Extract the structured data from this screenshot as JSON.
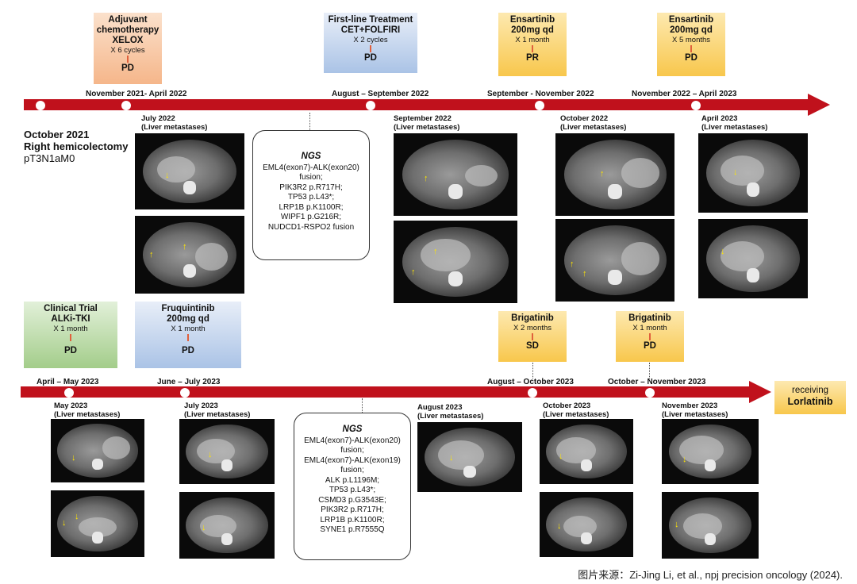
{
  "timeline1": {
    "start": {
      "date": "October 2021",
      "event": "Right hemicolectomy",
      "stage": "pT3N1aM0"
    },
    "boxes": [
      {
        "title_lines": [
          "Adjuvant",
          "chemotherapy",
          "XELOX"
        ],
        "sub": "X 6 cycles",
        "result": "PD",
        "date": "November 2021- April 2022",
        "color": "orange"
      },
      {
        "title_lines": [
          "First-line Treatment",
          "CET+FOLFIRI"
        ],
        "sub": "X  2 cycles",
        "result": "PD",
        "date": "August – September 2022",
        "color": "blue"
      },
      {
        "title_lines": [
          "Ensartinib",
          "200mg qd"
        ],
        "sub": "X  1 month",
        "result": "PR",
        "date": "September - November 2022",
        "color": "yellow"
      },
      {
        "title_lines": [
          "Ensartinib",
          "200mg qd"
        ],
        "sub": "X  5 months",
        "result": "PD",
        "date": "November 2022 – April 2023",
        "color": "yellow"
      }
    ],
    "scan_captions": [
      {
        "date": "July 2022",
        "label": "(Liver metastases)"
      },
      {
        "date": "September 2022",
        "label": "(Liver metastases)"
      },
      {
        "date": "October 2022",
        "label": "(Liver metastases)"
      },
      {
        "date": "April 2023",
        "label": "(Liver metastases)"
      }
    ],
    "ngs": {
      "heading": "NGS",
      "lines": [
        "EML4(exon7)-ALK(exon20)",
        "fusion;",
        "PIK3R2 p.R717H;",
        "TP53 p.L43*;",
        "LRP1B p.K1100R;",
        "WIPF1 p.G216R;",
        "NUDCD1-RSPO2 fusion"
      ]
    }
  },
  "timeline2": {
    "boxes": [
      {
        "title_lines": [
          "Clinical Trial",
          "ALKi-TKI"
        ],
        "sub": "X  1 month",
        "result": "PD",
        "date": "April – May 2023",
        "color": "green"
      },
      {
        "title_lines": [
          "Fruquintinib",
          "200mg qd"
        ],
        "sub": "X  1 month",
        "result": "PD",
        "date": "June – July 2023",
        "color": "blue"
      },
      {
        "title_lines": [
          "Brigatinib"
        ],
        "sub": "X  2 months",
        "result": "SD",
        "date": "August – October 2023",
        "color": "yellow"
      },
      {
        "title_lines": [
          "Brigatinib"
        ],
        "sub": "X  1 month",
        "result": "PD",
        "date": "October – November 2023",
        "color": "yellow"
      }
    ],
    "scan_captions": [
      {
        "date": "May 2023",
        "label": "(Liver metastases)"
      },
      {
        "date": "July 2023",
        "label": "(Liver metastases)"
      },
      {
        "date": "August 2023",
        "label": "(Liver metastases)"
      },
      {
        "date": "October 2023",
        "label": "(Liver metastases)"
      },
      {
        "date": "November 2023",
        "label": "(Liver metastases)"
      }
    ],
    "ngs": {
      "heading": "NGS",
      "lines": [
        "EML4(exon7)-ALK(exon20)",
        "fusion;",
        "EML4(exon7)-ALK(exon19)",
        "fusion;",
        "ALK p.L1196M;",
        "TP53 p.L43*;",
        "CSMD3 p.G3543E;",
        "PIK3R2 p.R717H;",
        "LRP1B p.K1100R;",
        "SYNE1 p.R7555Q"
      ]
    },
    "end": {
      "line1": "receiving",
      "line2": "Lorlatinib"
    }
  },
  "source_note": "图片来源：Zi-Jing Li, et al., npj precision oncology (2024).",
  "colors": {
    "timeline": "#c0111c",
    "pointer": "#ffe600"
  }
}
